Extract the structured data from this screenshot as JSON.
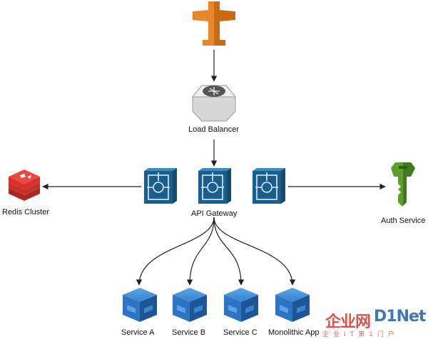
{
  "diagram": {
    "nodes": {
      "client": {
        "icon": "route53-icon"
      },
      "load_balancer": {
        "label": "Load Balancer",
        "icon": "load-balancer-icon"
      },
      "api_gateway": {
        "label": "API Gateway",
        "icon": "api-gateway-icon"
      },
      "redis_cluster": {
        "label": "Redis Cluster",
        "icon": "redis-icon"
      },
      "auth_service": {
        "label": "Auth Service",
        "icon": "key-icon"
      },
      "service_a": {
        "label": "Service A",
        "icon": "cube-icon"
      },
      "service_b": {
        "label": "Service B",
        "icon": "cube-icon"
      },
      "service_c": {
        "label": "Service C",
        "icon": "cube-icon"
      },
      "monolithic_app": {
        "label": "Monolithic App",
        "icon": "cube-icon"
      }
    },
    "edges": [
      {
        "from": "client",
        "to": "load_balancer"
      },
      {
        "from": "load_balancer",
        "to": "api_gateway"
      },
      {
        "from": "api_gateway",
        "to": "redis_cluster"
      },
      {
        "from": "api_gateway",
        "to": "auth_service"
      },
      {
        "from": "api_gateway",
        "to": "service_a"
      },
      {
        "from": "api_gateway",
        "to": "service_b"
      },
      {
        "from": "api_gateway",
        "to": "service_c"
      },
      {
        "from": "api_gateway",
        "to": "monolithic_app"
      }
    ]
  },
  "watermark": {
    "brand_cn": "企业网",
    "brand_en": "D1Net",
    "subtitle": "企业IT第1门户"
  },
  "colors": {
    "route53": "#e8862a",
    "gateway": "#1f6fa3",
    "redis": "#d9322b",
    "auth": "#5aa02c",
    "cube": "#2d74c4",
    "arrow": "#222222"
  }
}
